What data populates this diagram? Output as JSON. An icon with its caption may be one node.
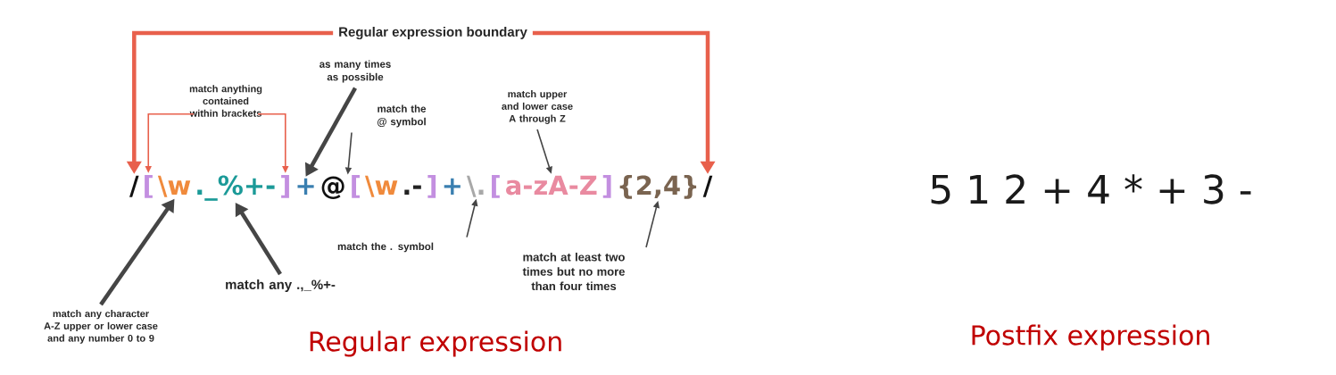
{
  "diagram": {
    "nodes": [
      {
        "text": [
          "Regular expression boundary"
        ]
      },
      {
        "text": [
          "as many times as possible"
        ]
      },
      {
        "text": [
          "match anything contained within brackets"
        ]
      },
      {
        "text": [
          "match the @ symbol"
        ]
      },
      {
        "text": [
          "match upper and lower case A through Z"
        ]
      },
      {
        "text": [
          "/"
        ]
      },
      {
        "text": [
          "["
        ]
      },
      {
        "text": [
          "\\w"
        ]
      },
      {
        "text": [
          "._%+-"
        ]
      },
      {
        "text": [
          "]"
        ]
      },
      {
        "text": [
          "+"
        ]
      },
      {
        "text": [
          "@"
        ]
      },
      {
        "text": [
          "\\."
        ]
      },
      {
        "text": [
          "a-zA-Z"
        ]
      },
      {
        "text": [
          "{2,4}"
        ]
      },
      {
        "text": [
          "/"
        ]
      },
      {
        "text": [
          "match the . symbol"
        ]
      },
      {
        "text": [
          "match at least two times but no more than four times"
        ]
      },
      {
        "text": [
          "match any .,_%+-"
        ]
      },
      {
        "text": [
          "match any character A-Z upper or lower case and any number 0 to 9"
        ]
      }
    ],
    "edges": [
      {
        "from": 0,
        "to": 5,
        "arrow": "to",
        "style": "thick",
        "color": "#e8604c"
      },
      {
        "from": 0,
        "to": 15,
        "arrow": "to",
        "style": "thick",
        "color": "#e8604c"
      },
      {
        "from": 2,
        "to": 6,
        "arrow": "to",
        "color": "#e8604c"
      },
      {
        "from": 2,
        "to": 9,
        "arrow": "to",
        "color": "#e8604c"
      },
      {
        "from": 1,
        "to": 10,
        "arrow": "to",
        "style": "thick"
      },
      {
        "from": 3,
        "to": 11,
        "arrow": "to"
      },
      {
        "from": 4,
        "to": 13,
        "arrow": "to"
      },
      {
        "from": 16,
        "to": 12,
        "arrow": "to"
      },
      {
        "from": 17,
        "to": 14,
        "arrow": "to"
      },
      {
        "from": 19,
        "to": 7,
        "arrow": "to",
        "style": "thick"
      },
      {
        "from": 18,
        "to": 8,
        "arrow": "to",
        "style": "thick"
      }
    ],
    "labels": [
      "[",
      "\\w",
      ".-",
      "]",
      "+",
      "[",
      "]",
      "5 1 2 + 4 * + 3 -",
      "Regular expression",
      "Postfix expression"
    ]
  }
}
